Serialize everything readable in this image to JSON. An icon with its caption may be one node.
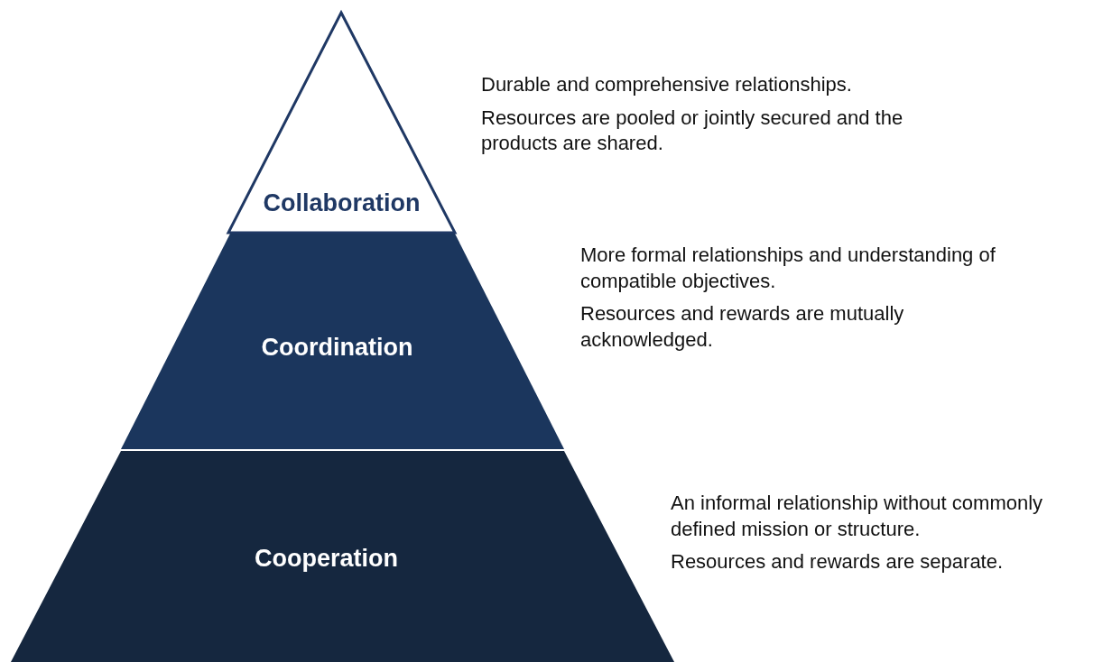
{
  "diagram": {
    "nodes": [
      {
        "text": [
          "Collaboration"
        ],
        "beside": [
          "Durable and comprehensive relationships.",
          "Resources are pooled or jointly secured and the products are shared."
        ]
      },
      {
        "text": [
          "Coordination"
        ],
        "beside": [
          "More formal relationships and understanding of compatible objectives.",
          "Resources and rewards are mutually acknowledged."
        ]
      },
      {
        "text": [
          "Cooperation"
        ],
        "beside": [
          "An informal relationship without commonly defined mission or structure.",
          "Resources and rewards are separate."
        ]
      }
    ],
    "edges": []
  }
}
